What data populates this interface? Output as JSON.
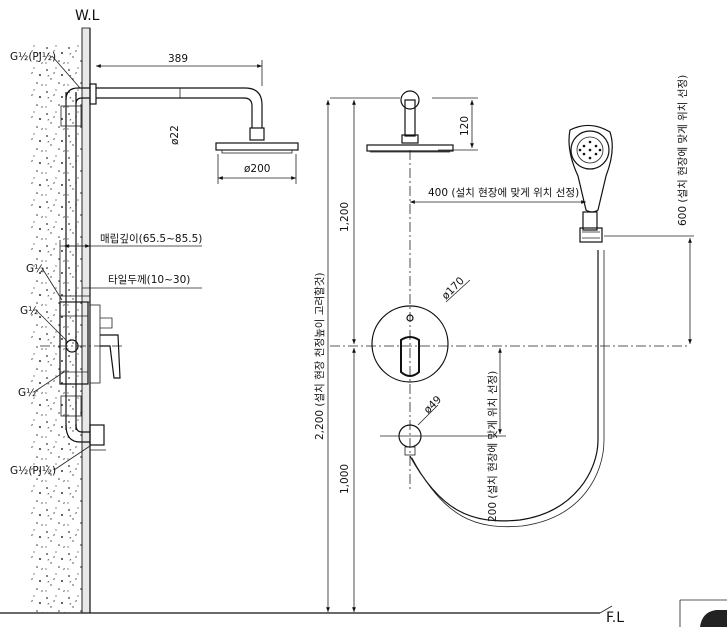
{
  "labels": {
    "wall_line": "W.L",
    "floor_line": "F.L",
    "g_pj_top": "G½(PJ½)",
    "g_half_1": "G½",
    "g_half_2": "G½",
    "g_half_3": "G½",
    "g_pj_bottom": "G½(PJ½)",
    "dim_389": "389",
    "dim_phi22": "ø22",
    "dim_phi200": "ø200",
    "embed_depth": "매립깊이(65.5~85.5)",
    "tile_thickness": "타일두께(10~30)",
    "dim_120": "120",
    "dim_400": "400 (설치 현장에 맞게 위치 선정)",
    "dim_600": "600 (설치 현장에 맞게 위치 선정)",
    "dim_1200": "1,200",
    "dim_2200": "2,200 (설치 현장 천정높이 고려할것)",
    "dim_phi170": "ø170",
    "dim_200": "200 (설치 현장에 맞게 위치 선정)",
    "dim_phi49": "ø49",
    "dim_1000": "1,000"
  }
}
